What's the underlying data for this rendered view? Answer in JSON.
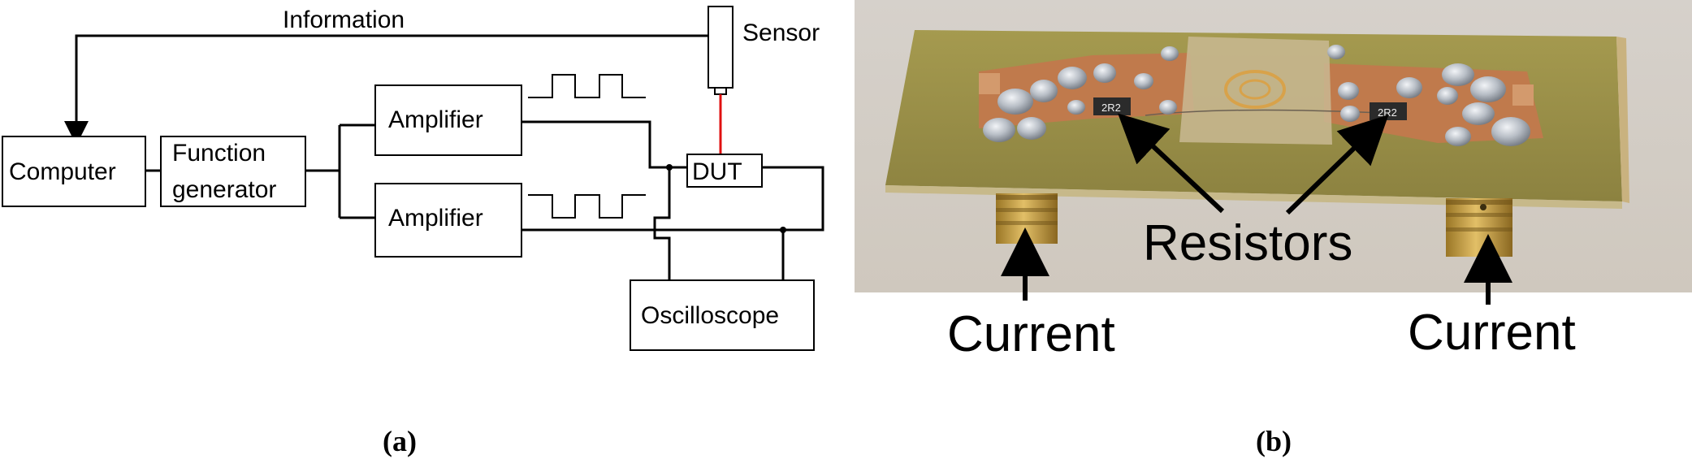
{
  "panel_a": {
    "caption": "(a)",
    "labels": {
      "information": "Information",
      "sensor": "Sensor",
      "computer": "Computer",
      "function_generator_line1": "Function",
      "function_generator_line2": "generator",
      "amplifier_top": "Amplifier",
      "amplifier_bottom": "Amplifier",
      "dut": "DUT",
      "oscilloscope": "Oscilloscope"
    },
    "colors": {
      "sensor_link": "#e01010",
      "line": "#000000"
    }
  },
  "panel_b": {
    "caption": "(b)",
    "labels": {
      "resistors": "Resistors",
      "current_left": "Current",
      "current_right": "Current",
      "resistor_marking_left": "2R2",
      "resistor_marking_right": "2R2"
    },
    "colors": {
      "background": "#d9d4cc",
      "board": "#9a8f45",
      "copper": "#c07a4c",
      "solder": "#aeb4bc",
      "connector": "#c9a045"
    }
  }
}
